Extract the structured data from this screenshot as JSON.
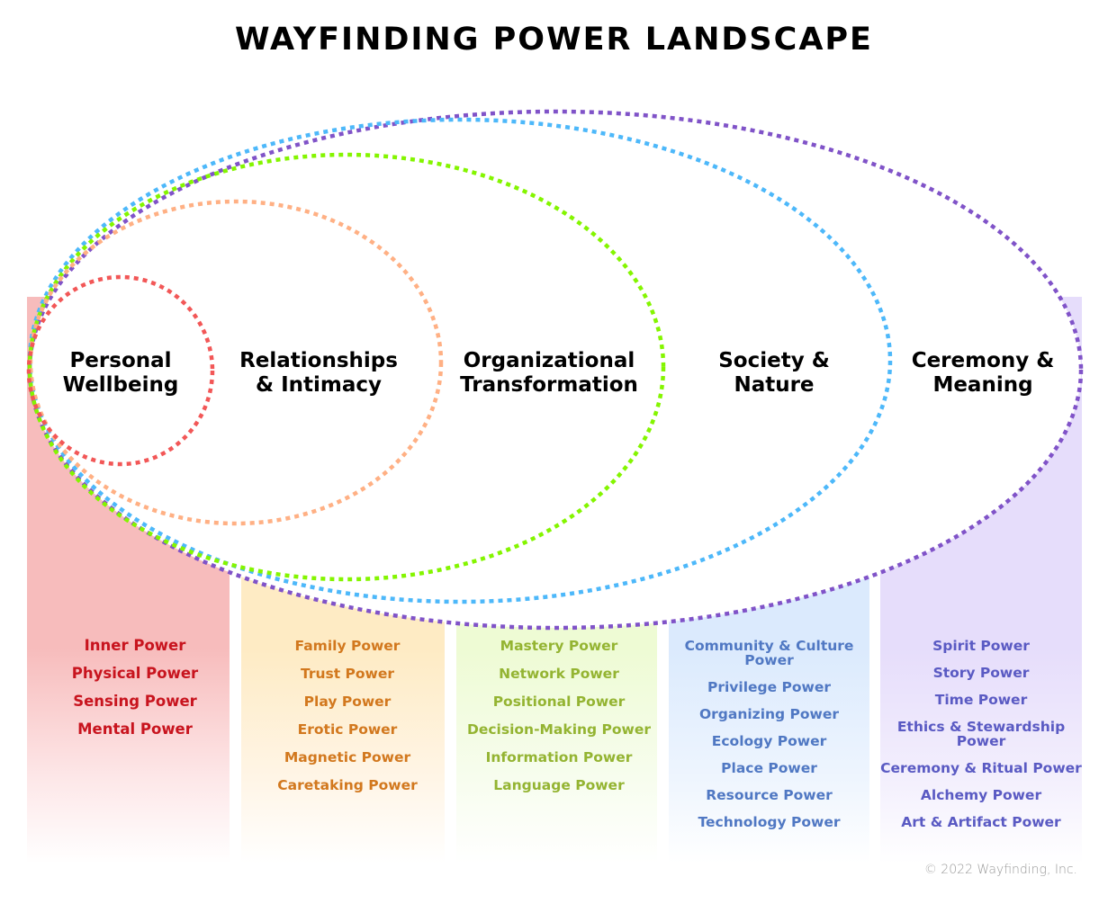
{
  "title": "WAYFINDING POWER LANDSCAPE",
  "colors": {
    "personal": "#f25757",
    "relationships": "#ffb084",
    "organizational": "#84f500",
    "society": "#4db8fa",
    "ceremony": "#8053c8"
  },
  "domains": [
    {
      "label_line1": "Personal",
      "label_line2": "Wellbeing",
      "ring_color": "#f25757",
      "text_color": "#c8141e",
      "powers": [
        "Inner Power",
        "Physical Power",
        "Sensing Power",
        "Mental Power"
      ]
    },
    {
      "label_line1": "Relationships",
      "label_line2": "& Intimacy",
      "ring_color": "#ffb084",
      "text_color": "#d2781e",
      "powers": [
        "Family Power",
        "Trust Power",
        "Play Power",
        "Erotic Power",
        "Magnetic Power",
        "Caretaking Power"
      ]
    },
    {
      "label_line1": "Organizational",
      "label_line2": "Transformation",
      "ring_color": "#84f500",
      "text_color": "#94b432",
      "powers": [
        "Mastery Power",
        "Network Power",
        "Positional Power",
        "Decision-Making Power",
        "Information Power",
        "Language Power"
      ]
    },
    {
      "label_line1": "Society &",
      "label_line2": "Nature",
      "ring_color": "#4db8fa",
      "text_color": "#5078c3",
      "powers": [
        "Community & Culture Power",
        "Privilege Power",
        "Organizing Power",
        "Ecology Power",
        "Place Power",
        "Resource Power",
        "Technology Power"
      ]
    },
    {
      "label_line1": "Ceremony &",
      "label_line2": "Meaning",
      "ring_color": "#8053c8",
      "text_color": "#5a5ac3",
      "powers": [
        "Spirit Power",
        "Story Power",
        "Time Power",
        "Ethics & Stewardship Power",
        "Ceremony & Ritual Power",
        "Alchemy Power",
        "Art & Artifact Power"
      ]
    }
  ],
  "copyright": "© 2022 Wayfinding, Inc."
}
